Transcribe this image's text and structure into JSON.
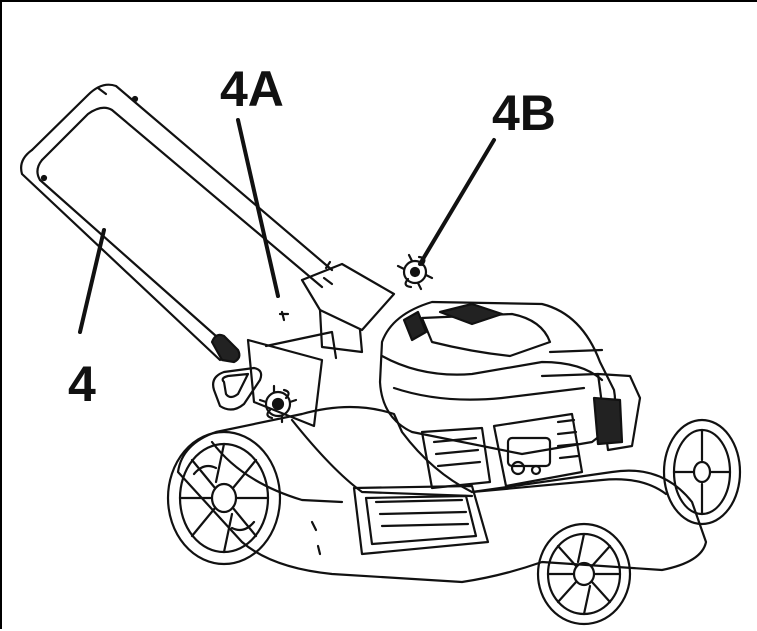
{
  "callouts": {
    "handle": {
      "label": "4"
    },
    "knob_a": {
      "label": "4A"
    },
    "knob_b": {
      "label": "4B"
    }
  },
  "colors": {
    "line": "#111111",
    "background": "#ffffff"
  },
  "icons": {
    "illustration": "lawn-mower-illustration",
    "wing-knob": "wing-knob-icon"
  }
}
